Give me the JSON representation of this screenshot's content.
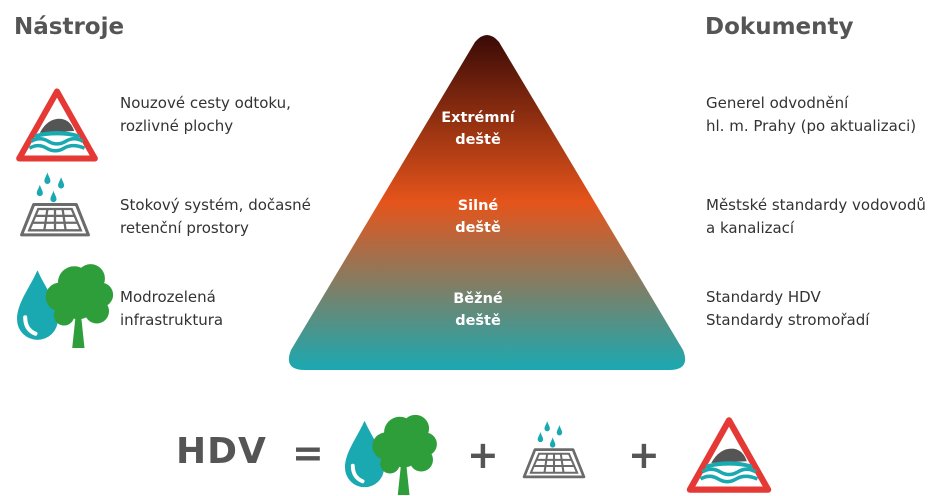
{
  "tools": {
    "heading": "Nástroje",
    "items": [
      {
        "line1": "Nouzové cesty odtoku,",
        "line2": "rozlivné plochy",
        "icon": "flood-warning-sign-icon"
      },
      {
        "line1": "Stokový systém, dočasné",
        "line2": "retenční prostory",
        "icon": "drain-grate-icon"
      },
      {
        "line1": "Modrozelená",
        "line2": "infrastruktura",
        "icon": "water-drop-tree-icon"
      }
    ]
  },
  "pyramid": {
    "levels": [
      {
        "line1": "Extrémní",
        "line2": "deště"
      },
      {
        "line1": "Silné",
        "line2": "deště"
      },
      {
        "line1": "Běžné",
        "line2": "deště"
      }
    ],
    "colors": {
      "top": "#3a0a06",
      "middle": "#e5541b",
      "bottom": "#1aa9b1"
    }
  },
  "documents": {
    "heading": "Dokumenty",
    "items": [
      {
        "line1": "Generel odvodnění",
        "line2": "hl. m. Prahy (po aktualizaci)"
      },
      {
        "line1": "Městské standardy vodovodů",
        "line2": "a kanalizací"
      },
      {
        "line1": "Standardy HDV",
        "line2": "Standardy stromořadí"
      }
    ]
  },
  "equation": {
    "label": "HDV",
    "equals": "=",
    "plus": "+"
  }
}
